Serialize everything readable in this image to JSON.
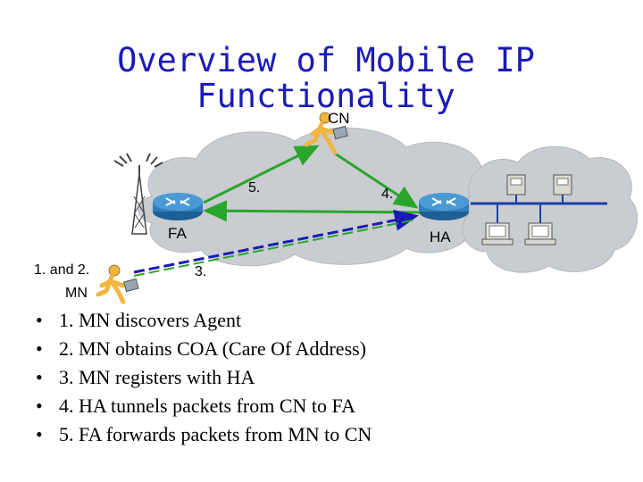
{
  "title": {
    "line1": "Overview of Mobile IP",
    "line2": "Functionality"
  },
  "nodes": {
    "cn": "CN",
    "fa": "FA",
    "ha": "HA",
    "mn": "MN",
    "mn_steps": "1. and 2."
  },
  "steps": {
    "s3": "3.",
    "s4": "4.",
    "s5": "5."
  },
  "bullets": [
    "1. MN discovers Agent",
    "2. MN obtains COA (Care Of Address)",
    "3. MN registers with HA",
    "4. HA tunnels packets from CN to FA",
    "5. FA forwards packets from MN to CN"
  ],
  "bullet_marker": "•",
  "colors": {
    "title": "#1b1bb4",
    "cloud": "#c9ccd0",
    "router": "#2f7fc0",
    "arrow_green": "#2aa62a",
    "person": "#f0b640"
  }
}
